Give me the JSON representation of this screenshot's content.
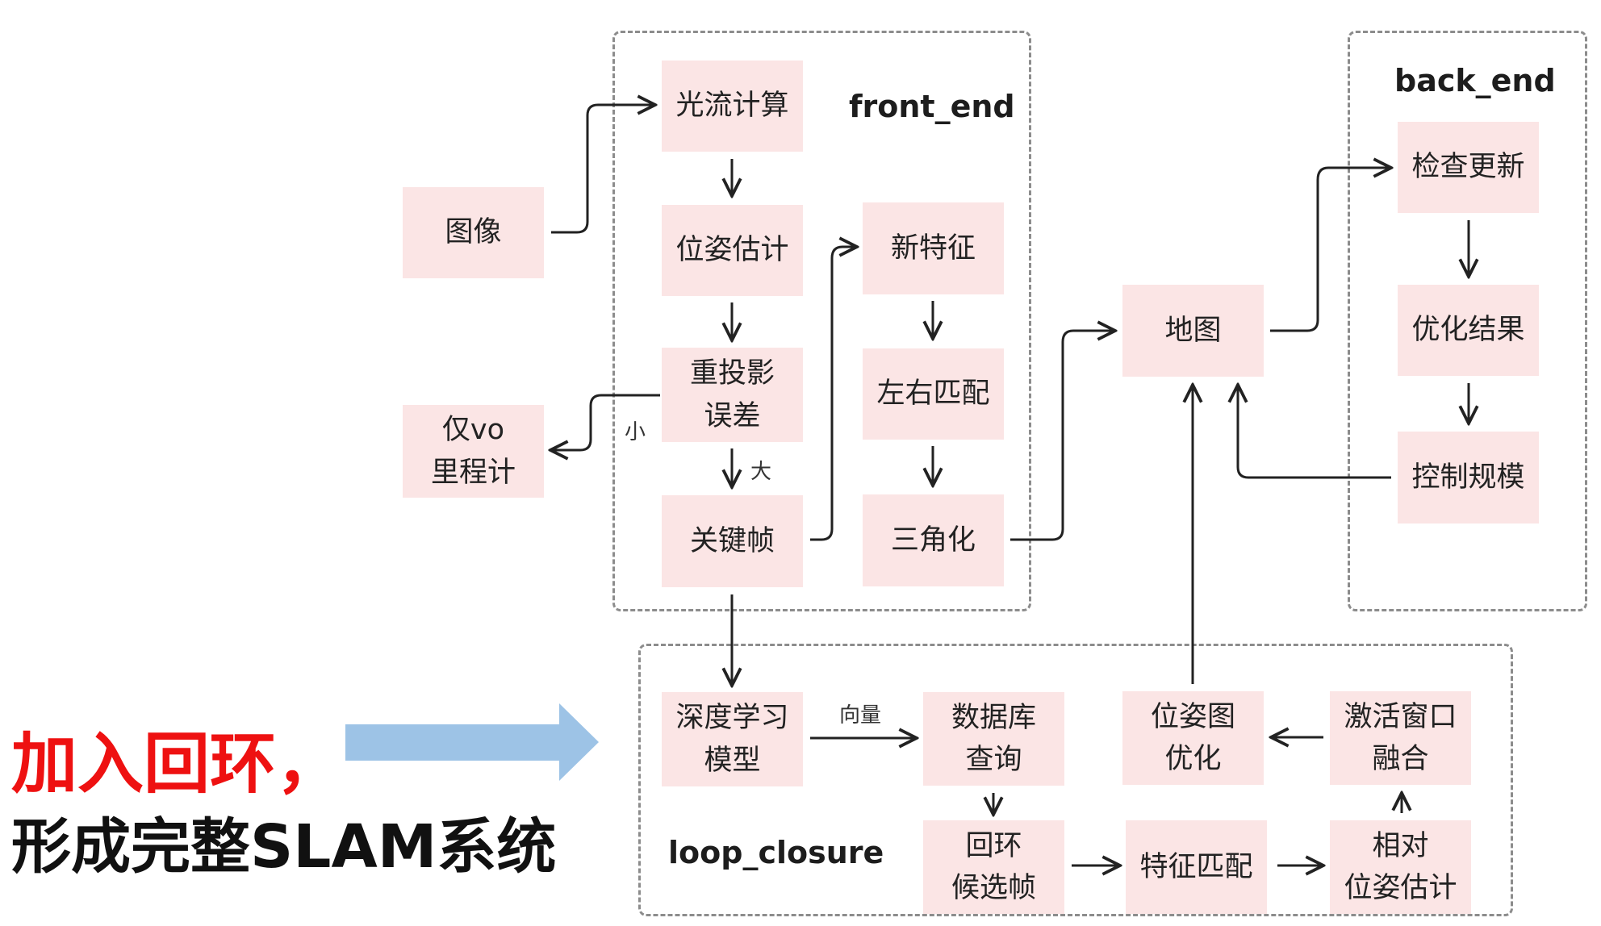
{
  "groups": {
    "front_end": "front_end",
    "back_end": "back_end",
    "loop_closure": "loop_closure"
  },
  "nodes": {
    "image": "图像",
    "vo_only": "仅vo\n里程计",
    "optical_flow": "光流计算",
    "pose_estimation": "位姿估计",
    "reprojection_error": "重投影\n误差",
    "keyframe": "关键帧",
    "new_feature": "新特征",
    "stereo_match": "左右匹配",
    "triangulation": "三角化",
    "map": "地图",
    "check_update": "检查更新",
    "optimize_result": "优化结果",
    "control_scale": "控制规模",
    "deep_learning_model": "深度学习\n模型",
    "db_query": "数据库\n查询",
    "loop_candidate": "回环\n候选帧",
    "feature_match": "特征匹配",
    "relative_pose": "相对\n位姿估计",
    "pose_graph_opt": "位姿图\n优化",
    "active_window": "激活窗口\n融合"
  },
  "edge_labels": {
    "small": "小",
    "large": "大",
    "vector": "向量"
  },
  "caption": {
    "line1": "加入回环，",
    "line2": "形成完整SLAM系统"
  },
  "colors": {
    "node_fill": "#fbe5e5",
    "caption_red": "#ee1111",
    "big_arrow": "#9dc3e6"
  }
}
